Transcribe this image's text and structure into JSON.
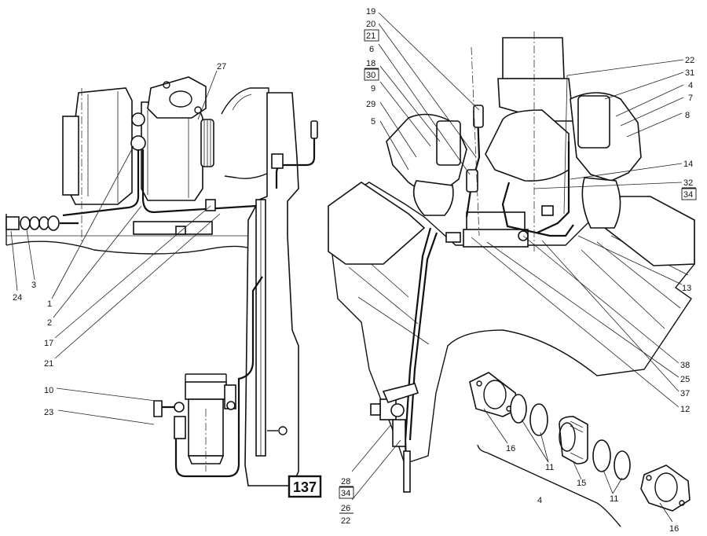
{
  "figure": {
    "number": "137"
  },
  "callouts_left": [
    {
      "id": "c27",
      "text": "27"
    },
    {
      "id": "c24",
      "text": "24"
    },
    {
      "id": "c3",
      "text": "3"
    },
    {
      "id": "c1",
      "text": "1"
    },
    {
      "id": "c2",
      "text": "2"
    },
    {
      "id": "c17",
      "text": "17"
    },
    {
      "id": "c21a",
      "text": "21"
    },
    {
      "id": "c10",
      "text": "10"
    },
    {
      "id": "c23",
      "text": "23"
    }
  ],
  "callouts_center": [
    {
      "id": "c19",
      "text": "19"
    },
    {
      "id": "c20",
      "text": "20"
    },
    {
      "id": "c21b",
      "text": "21"
    },
    {
      "id": "c6",
      "text": "6"
    },
    {
      "id": "c18",
      "text": "18"
    },
    {
      "id": "c30",
      "text": "30"
    },
    {
      "id": "c9",
      "text": "9"
    },
    {
      "id": "c29",
      "text": "29"
    },
    {
      "id": "c5",
      "text": "5"
    },
    {
      "id": "c28",
      "text": "28"
    },
    {
      "id": "c34a",
      "text": "34"
    },
    {
      "id": "c26",
      "text": "26"
    },
    {
      "id": "c22a",
      "text": "22"
    }
  ],
  "callouts_right": [
    {
      "id": "c22b",
      "text": "22"
    },
    {
      "id": "c31",
      "text": "31"
    },
    {
      "id": "c4a",
      "text": "4"
    },
    {
      "id": "c7",
      "text": "7"
    },
    {
      "id": "c8",
      "text": "8"
    },
    {
      "id": "c14",
      "text": "14"
    },
    {
      "id": "c32",
      "text": "32"
    },
    {
      "id": "c34b",
      "text": "34"
    },
    {
      "id": "c13",
      "text": "13"
    },
    {
      "id": "c38",
      "text": "38"
    },
    {
      "id": "c25",
      "text": "25"
    },
    {
      "id": "c37",
      "text": "37"
    },
    {
      "id": "c12",
      "text": "12"
    },
    {
      "id": "c16a",
      "text": "16"
    },
    {
      "id": "c11a",
      "text": "11"
    },
    {
      "id": "c15",
      "text": "15"
    },
    {
      "id": "c11b",
      "text": "11"
    },
    {
      "id": "c4b",
      "text": "4"
    },
    {
      "id": "c16b",
      "text": "16"
    }
  ]
}
